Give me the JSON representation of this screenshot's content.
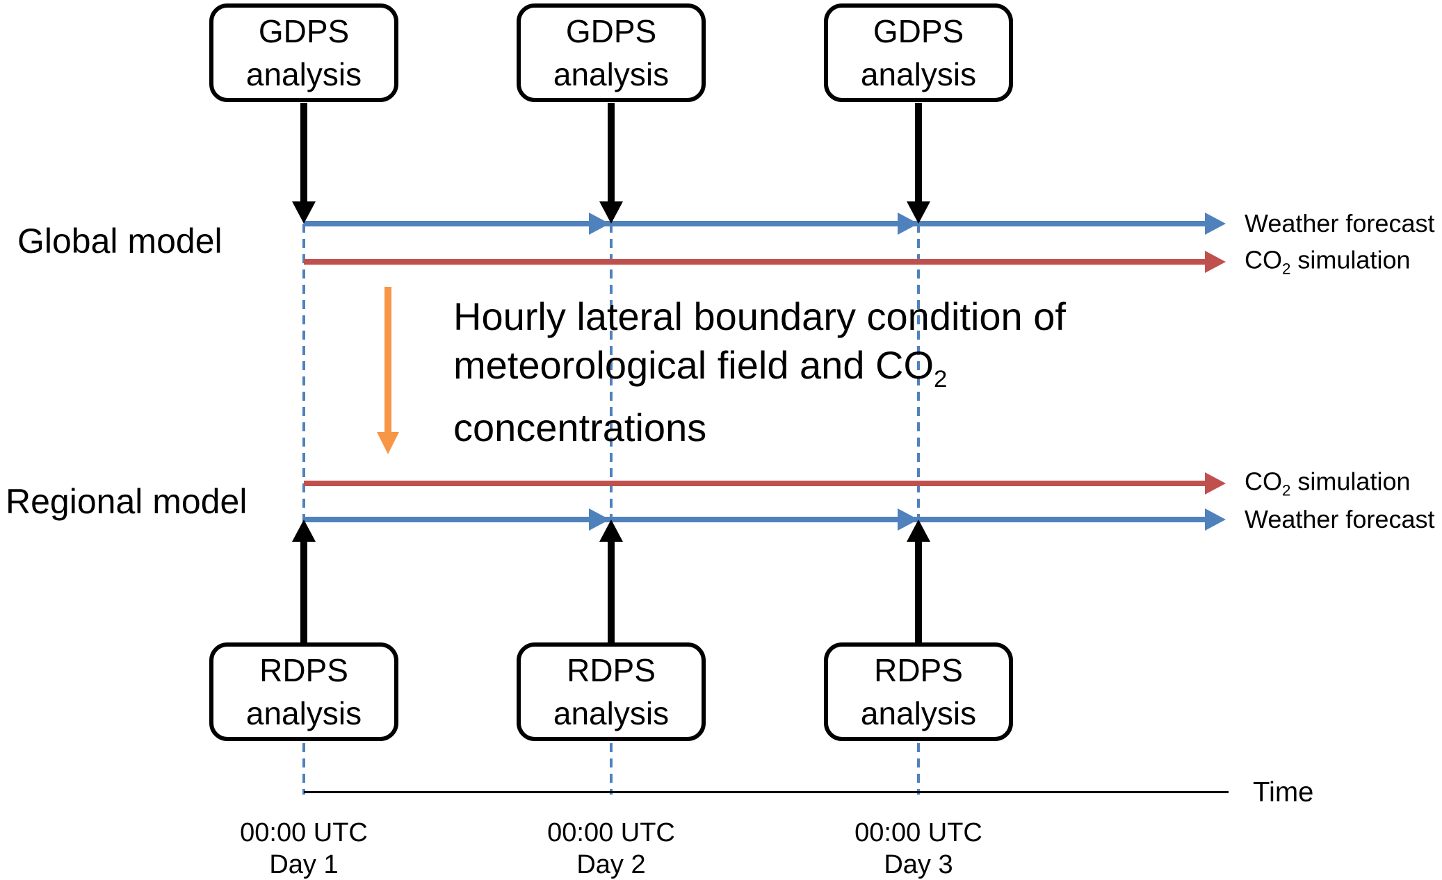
{
  "colors": {
    "blue": "#4F81BD",
    "red": "#C0504D",
    "orange": "#F79646",
    "black": "#000000"
  },
  "global": {
    "label": "Global model",
    "weather_forecast_label": "Weather forecast",
    "co2_label": {
      "prefix": "CO",
      "sub": "2",
      "suffix": " simulation"
    },
    "analysis_boxes": [
      {
        "line1": "GDPS",
        "line2": "analysis"
      },
      {
        "line1": "GDPS",
        "line2": "analysis"
      },
      {
        "line1": "GDPS",
        "line2": "analysis"
      }
    ]
  },
  "regional": {
    "label": "Regional model",
    "weather_forecast_label": "Weather forecast",
    "co2_label": {
      "prefix": "CO",
      "sub": "2",
      "suffix": " simulation"
    },
    "analysis_boxes": [
      {
        "line1": "RDPS",
        "line2": "analysis"
      },
      {
        "line1": "RDPS",
        "line2": "analysis"
      },
      {
        "line1": "RDPS",
        "line2": "analysis"
      }
    ]
  },
  "boundary_note": {
    "line1": "Hourly lateral boundary condition of",
    "line2_prefix": "meteorological field and CO",
    "line2_sub": "2",
    "line3": "concentrations"
  },
  "timeline": {
    "axis_label": "Time",
    "ticks": [
      {
        "time": "00:00 UTC",
        "day": "Day 1"
      },
      {
        "time": "00:00 UTC",
        "day": "Day 2"
      },
      {
        "time": "00:00 UTC",
        "day": "Day 3"
      }
    ]
  }
}
